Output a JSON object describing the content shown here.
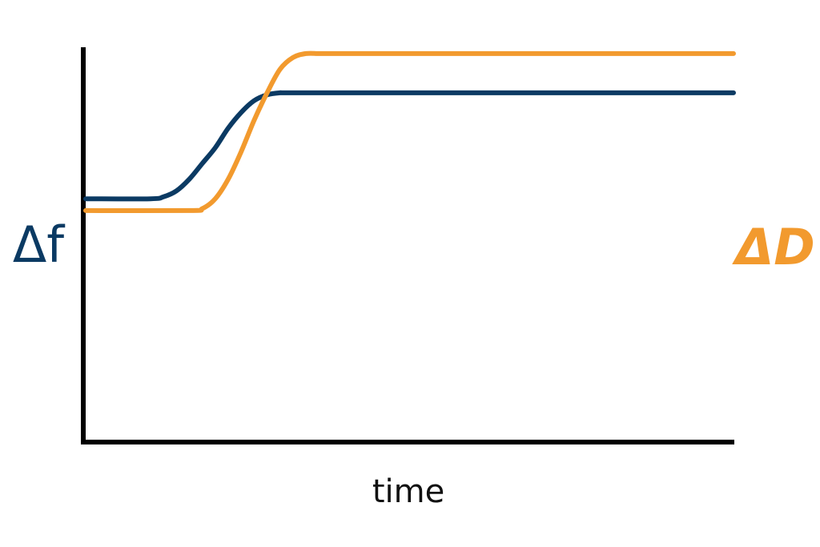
{
  "chart_data": {
    "type": "line",
    "title": "",
    "xlabel": "time",
    "ylabel": "Δf",
    "y2label": "ΔD",
    "grid": false,
    "xlim": [
      0,
      100
    ],
    "ylim": [
      0,
      100
    ],
    "series": [
      {
        "name": "",
        "axis": "left",
        "color": "#0b3a63",
        "x": [
          0,
          10,
          12,
          14,
          16,
          18,
          20,
          22,
          24,
          26,
          28,
          30,
          32,
          50,
          100
        ],
        "y": [
          62,
          62,
          62.5,
          64,
          67,
          71,
          75,
          80,
          84,
          87,
          88.5,
          89,
          89,
          89,
          89
        ]
      },
      {
        "name": "",
        "axis": "right",
        "color": "#f29a2e",
        "x": [
          0,
          16,
          18,
          20,
          22,
          24,
          26,
          28,
          30,
          32,
          34,
          36,
          38,
          60,
          100
        ],
        "y": [
          59,
          59,
          59.5,
          62,
          67,
          74,
          82,
          89,
          95,
          98,
          99,
          99,
          99,
          99,
          99
        ]
      }
    ],
    "colors": {
      "axis": "#000000",
      "left_label": "#0b3a63",
      "right_label": "#f29a2e"
    }
  }
}
